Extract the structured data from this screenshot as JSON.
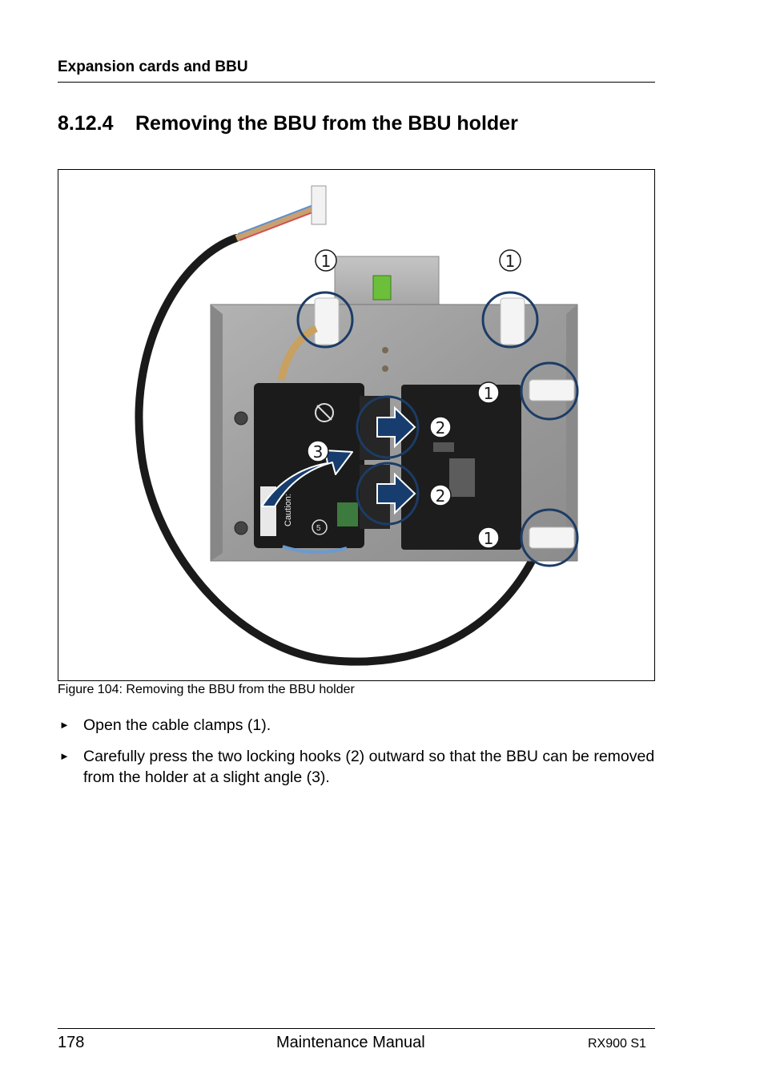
{
  "header": {
    "running_head": "Expansion cards and BBU"
  },
  "section": {
    "number": "8.12.4",
    "title": "Removing the BBU from the BBU holder"
  },
  "figure": {
    "caption": "Figure 104: Removing the BBU from the BBU holder",
    "callouts": {
      "c1": "1",
      "c2": "2",
      "c3": "3"
    },
    "label_caution": "Caution:",
    "label_flag": "5",
    "colors": {
      "callout_ring": "#1c3c66",
      "arrow_fill": "#173d6e",
      "plate": "#9a9a9a",
      "battery": "#1b1b1b"
    }
  },
  "steps": [
    {
      "text": "Open the cable clamps (1)."
    },
    {
      "text": "Carefully press the two locking hooks (2) outward so that the BBU can be removed from the holder at a slight angle (3)."
    }
  ],
  "bullet_symbol": "►",
  "footer": {
    "page": "178",
    "manual": "Maintenance Manual",
    "model": "RX900 S1"
  }
}
